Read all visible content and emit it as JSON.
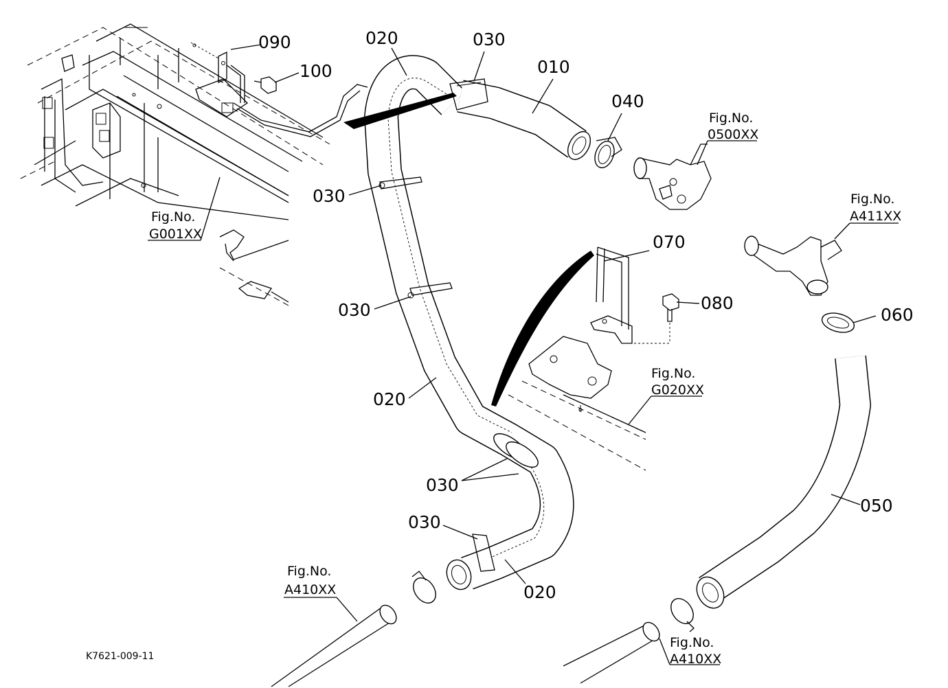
{
  "diagram": {
    "drawing_code": "K7621-009-11",
    "callouts": [
      {
        "id": "c010",
        "label": "010"
      },
      {
        "id": "c020a",
        "label": "020"
      },
      {
        "id": "c020b",
        "label": "020"
      },
      {
        "id": "c020c",
        "label": "020"
      },
      {
        "id": "c030a",
        "label": "030"
      },
      {
        "id": "c030b",
        "label": "030"
      },
      {
        "id": "c030c",
        "label": "030"
      },
      {
        "id": "c030d",
        "label": "030"
      },
      {
        "id": "c030e",
        "label": "030"
      },
      {
        "id": "c040",
        "label": "040"
      },
      {
        "id": "c050",
        "label": "050"
      },
      {
        "id": "c060",
        "label": "060"
      },
      {
        "id": "c070",
        "label": "070"
      },
      {
        "id": "c080",
        "label": "080"
      },
      {
        "id": "c090",
        "label": "090"
      },
      {
        "id": "c100",
        "label": "100"
      }
    ],
    "figure_refs": [
      {
        "id": "f0500",
        "prefix": "Fig.No.",
        "code": "0500XX"
      },
      {
        "id": "fG001",
        "prefix": "Fig.No.",
        "code": "G001XX"
      },
      {
        "id": "fA411",
        "prefix": "Fig.No.",
        "code": "A411XX"
      },
      {
        "id": "fG020",
        "prefix": "Fig.No.",
        "code": "G020XX"
      },
      {
        "id": "fA410a",
        "prefix": "Fig.No.",
        "code": "A410XX"
      },
      {
        "id": "fA410b",
        "prefix": "Fig.No.",
        "code": "A410XX"
      }
    ]
  }
}
